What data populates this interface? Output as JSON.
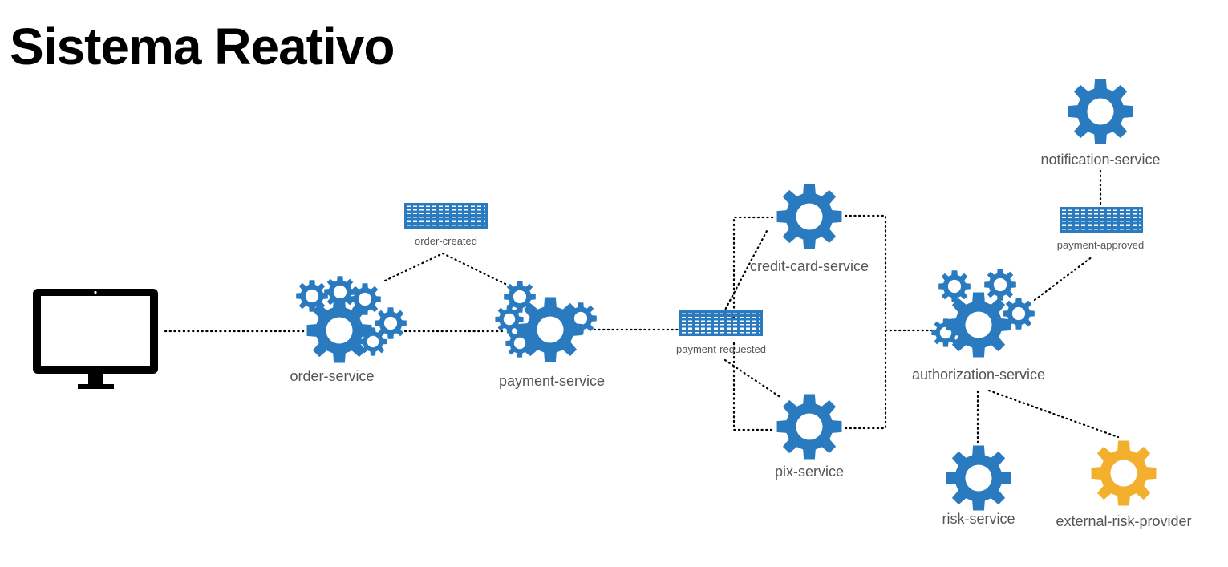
{
  "title": "Sistema Reativo",
  "colors": {
    "service": "#2a7abf",
    "external": "#f3b02e",
    "client": "#000000",
    "label": "#555555"
  },
  "services": {
    "order": "order-service",
    "payment": "payment-service",
    "credit_card": "credit-card-service",
    "pix": "pix-service",
    "authorization": "authorization-service",
    "notification": "notification-service",
    "risk": "risk-service",
    "external_risk": "external-risk-provider"
  },
  "topics": {
    "order_created": "order-created",
    "payment_requested": "payment-requested",
    "payment_approved": "payment-approved"
  },
  "icons": {
    "client": "desktop-monitor-icon",
    "service": "gear-icon",
    "topic": "message-topic-icon"
  }
}
